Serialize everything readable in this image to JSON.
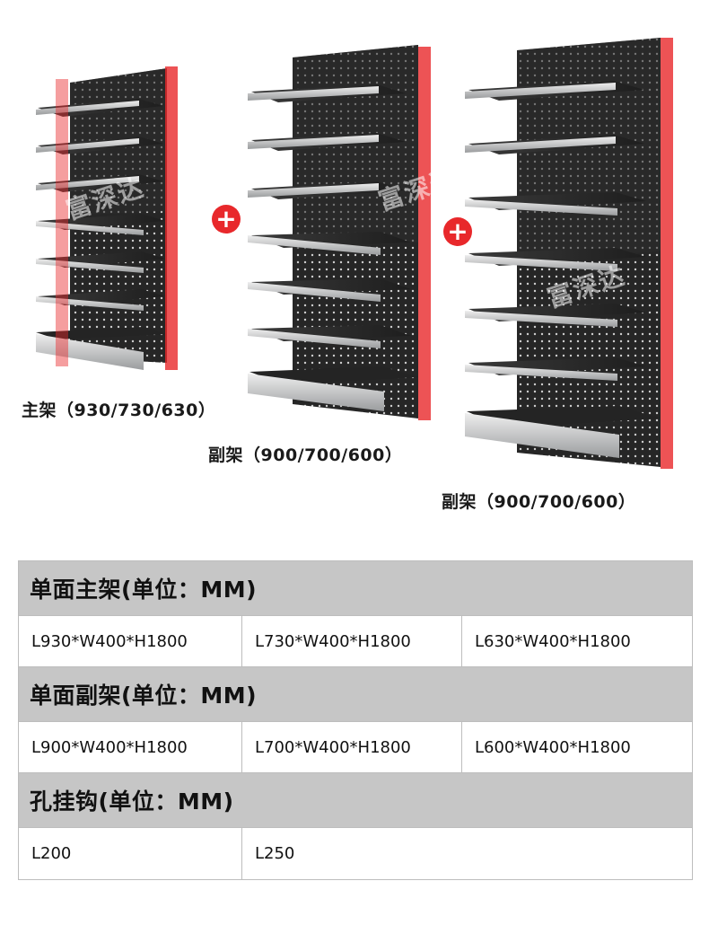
{
  "captions": {
    "main": "主架（930/730/630）",
    "sub1": "副架（900/700/600）",
    "sub2": "副架（900/700/600）"
  },
  "plus_symbol": "+",
  "watermark": "富深达",
  "colors": {
    "accent_red": "#e8282b",
    "panel_black": "#2a2a2a",
    "shelf_silver": "#c9cbcd",
    "header_gray": "#c6c6c6"
  },
  "spec_table": {
    "sections": [
      {
        "title": "单面主架(单位：MM)",
        "cells": [
          "L930*W400*H1800",
          "L730*W400*H1800",
          "L630*W400*H1800"
        ]
      },
      {
        "title": "单面副架(单位：MM)",
        "cells": [
          "L900*W400*H1800",
          "L700*W400*H1800",
          "L600*W400*H1800"
        ]
      },
      {
        "title": "孔挂钩(单位：MM)",
        "cells": [
          "L200",
          "L250"
        ]
      }
    ]
  }
}
